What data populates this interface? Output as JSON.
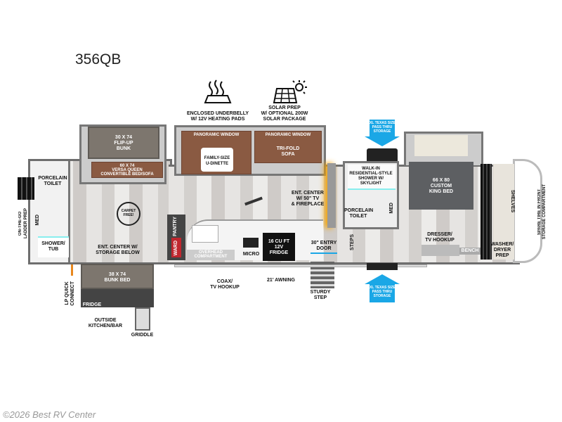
{
  "title": "356QB",
  "features": {
    "underbelly": "ENCLOSED UNDERBELLY\nW/ 12V HEATING PADS",
    "solar": "SOLAR PREP\nW/ OPTIONAL 200W\nSOLAR PACKAGE",
    "underbelly_icon": "heat-waves-icon",
    "solar_icon": "solar-panel-sun-icon"
  },
  "rooms": {
    "flip_up_bunk": "30 X 74\nFLIP-UP\nBUNK",
    "versa_queen": "60 X 74\nVERSA QUEEN\nCONVERTIBLE BED/SOFA",
    "rear_toilet": "PORCELAIN\nTOILET",
    "med_rear": "MED",
    "shower_tub": "SHOWER/\nTUB",
    "ladder": "ON-THE-GO\nLADDER PREP",
    "carpet_free": "CARPET FREE!",
    "ent_center_rear": "ENT. CENTER W/\nSTORAGE BELOW",
    "bunk_bed": "38 X 74\nBUNK BED",
    "lp": "LP QUICK\nCONNECT",
    "outside_fridge": "FRIDGE",
    "outside_kitchen": "OUTSIDE\nKITCHEN/BAR",
    "griddle": "GRIDDLE",
    "pan_window_1": "PANORAMIC WINDOW",
    "pan_window_2": "PANORAMIC WINDOW",
    "dinette": "FAMILY-SIZE\nU-DINETTE",
    "sofa": "TRI-FOLD\nSOFA",
    "ent_center": "ENT. CENTER\nW/ 50\" TV\n& FIREPLACE",
    "pantry": "PANTRY",
    "ward": "WARD",
    "overhead": "OVERHEAD\nCOMPARTMENT",
    "micro": "MICRO",
    "fridge": "16 CU FT\n12V\nFRIDGE",
    "entry_door": "30\" ENTRY\nDOOR",
    "coax": "COAX/\nTV HOOKUP",
    "awning": "21' AWNING",
    "step": "STURDY\nSTEP",
    "shower": "WALK-IN\nRESIDENTIAL-STYLE\nSHOWER W/\nSKYLIGHT",
    "front_toilet": "PORCELAIN\nTOILET",
    "med_front": "MED",
    "steps": "STEPS",
    "pass_thru_top": "XL TEXAS SIZE\nPASS THRU\nSTORAGE",
    "pass_thru_bottom": "XL TEXAS SIZE\nPASS THRU\nSTORAGE",
    "king_bed": "66 X 80\nCUSTOM\nKING BED",
    "dresser": "DRESSER/\nTV HOOKUP",
    "bench": "BENCH",
    "washer": "WASHER/\nDRYER\nPREP",
    "shelves": "SHELVES",
    "spare_tire": "SPARE TIRE IN FRONT\nSTORAGE COMPARTMENT"
  },
  "colors": {
    "accent_blue": "#1aa7e6",
    "upholstery": "#8a5a42",
    "fireplace": "#f5a300"
  },
  "watermark": "©2026 Best RV Center"
}
